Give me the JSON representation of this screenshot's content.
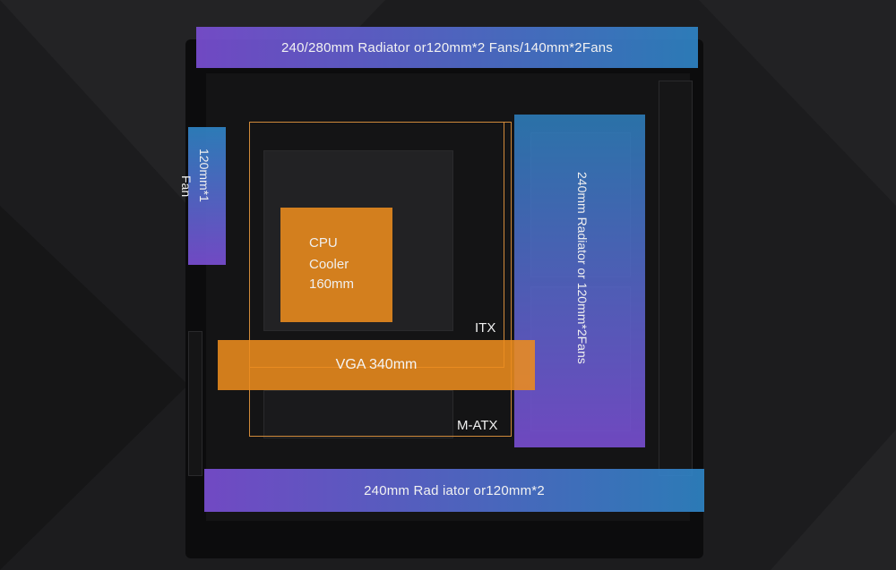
{
  "labels": {
    "top_bar": "240/280mm Radiator or120mm*2 Fans/140mm*2Fans",
    "left_fan_line1": "120mm*1",
    "left_fan_line2": "Fan",
    "right_bar": "240mm Radiator or 120mm*2Fans",
    "cpu_line1": "CPU",
    "cpu_line2": "Cooler",
    "cpu_line3": "160mm",
    "itx": "ITX",
    "vga": "VGA 340mm",
    "matx": "M-ATX",
    "bottom_bar": "240mm Rad iator or120mm*2"
  },
  "colors": {
    "gradient_purple": "#7b4fd6",
    "gradient_blue": "#2f86c8",
    "accent_orange": "#ec8c1e",
    "background": "#1c1c1e"
  }
}
